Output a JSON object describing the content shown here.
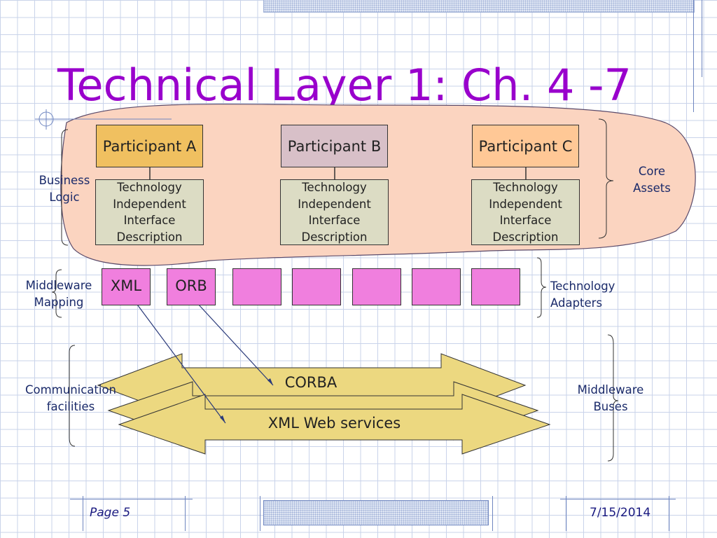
{
  "slide": {
    "title": "Technical Layer 1: Ch. 4 -7"
  },
  "diagram": {
    "participants": [
      {
        "name": "Participant A",
        "color": "#f0c060"
      },
      {
        "name": "Participant B",
        "color": "#d8c0c8"
      },
      {
        "name": "Participant C",
        "color": "#ffc896"
      }
    ],
    "interface_description_lines": [
      "Technology",
      "Independent",
      "Interface",
      "Description"
    ],
    "adapters": [
      {
        "label": "XML"
      },
      {
        "label": "ORB"
      },
      {
        "label": ""
      },
      {
        "label": ""
      },
      {
        "label": ""
      },
      {
        "label": ""
      },
      {
        "label": ""
      }
    ],
    "buses": [
      {
        "label": "CORBA"
      },
      {
        "label": ""
      },
      {
        "label": "XML Web services"
      }
    ],
    "side_labels": {
      "business_logic": [
        "Business",
        "Logic"
      ],
      "core_assets": [
        "Core",
        "Assets"
      ],
      "middleware_mapping": [
        "Middleware",
        "Mapping"
      ],
      "technology_adapters": [
        "Technology",
        "Adapters"
      ],
      "communication_facilities": [
        "Communication",
        "facilities"
      ],
      "middleware_buses": [
        "Middleware",
        "Buses"
      ]
    },
    "colors": {
      "title": "#9900cc",
      "business_blob": "#fbd4c0",
      "adapter": "#f07fde",
      "bus": "#ecd880",
      "description": "#dcdcc4"
    }
  },
  "footer": {
    "page_label": "Page 5",
    "date": "7/15/2014"
  }
}
